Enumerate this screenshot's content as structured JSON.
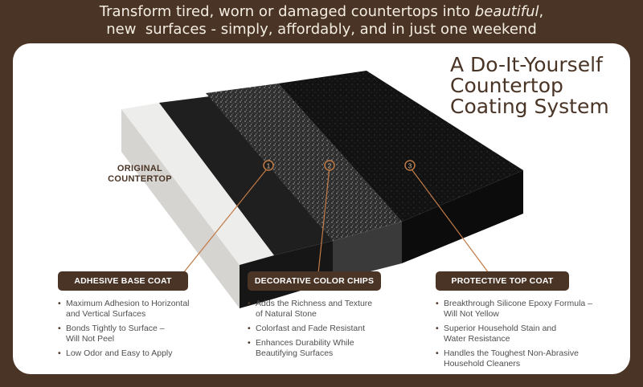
{
  "headline": {
    "line1_prefix": "Transform tired, worn or damaged countertops into ",
    "line1_emphasis": "beautiful",
    "line1_suffix": ",",
    "line2": "new  surfaces - simply, affordably, and in just one weekend"
  },
  "title": {
    "line1": "A Do-It-Yourself",
    "line2": "Countertop",
    "line3": "Coating System"
  },
  "original_label": {
    "line1": "ORIGINAL",
    "line2": "COUNTERTOP"
  },
  "markers": [
    "1",
    "2",
    "3"
  ],
  "colors": {
    "frame": "#4a3426",
    "badge": "#4a3426",
    "countertop_original": "#e8e6e3",
    "base_coat": "#1f1f1f",
    "color_chips": "#3a3a3a",
    "top_coat": "#101010",
    "marker": "#c27a45"
  },
  "sections": [
    {
      "heading": "ADHESIVE BASE COAT",
      "items": [
        {
          "l1": "Maximum Adhesion to Horizontal",
          "l2": "and Vertical Surfaces"
        },
        {
          "l1": "Bonds Tightly to Surface –",
          "l2": "Will Not Peel"
        },
        {
          "l1": "Low Odor and Easy to Apply",
          "l2": ""
        }
      ]
    },
    {
      "heading": "DECORATIVE COLOR CHIPS",
      "items": [
        {
          "l1": "Adds the Richness and Texture",
          "l2": "of Natural Stone"
        },
        {
          "l1": "Colorfast and Fade Resistant",
          "l2": ""
        },
        {
          "l1": "Enhances Durability While",
          "l2": "Beautifying Surfaces"
        }
      ]
    },
    {
      "heading": "PROTECTIVE TOP COAT",
      "items": [
        {
          "l1": "Breakthrough Silicone Epoxy Formula –",
          "l2": "Will Not Yellow"
        },
        {
          "l1": "Superior Household Stain and",
          "l2": "Water Resistance"
        },
        {
          "l1": "Handles the Toughest Non-Abrasive",
          "l2": "Household Cleaners"
        }
      ]
    }
  ]
}
